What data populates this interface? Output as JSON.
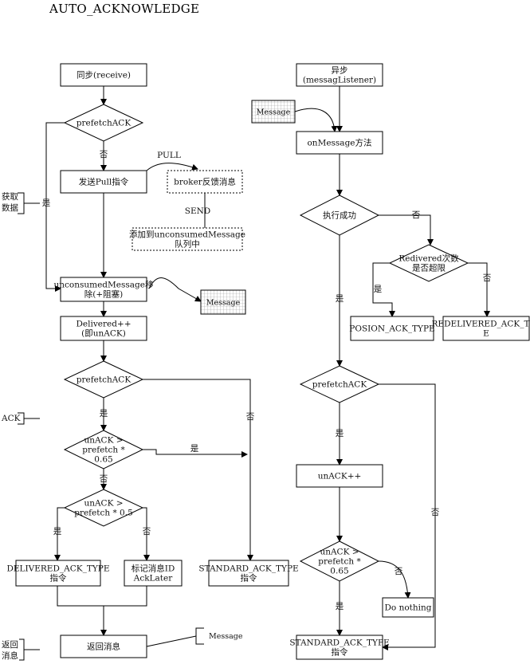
{
  "title": "AUTO_ACKNOWLEDGE",
  "side_labels": {
    "fetch": [
      "获取",
      "数据"
    ],
    "ack": [
      "ACK"
    ],
    "return": [
      "返回",
      "消息"
    ]
  },
  "left_flow": {
    "sync": "同步(receive)",
    "prefetch_ack_1": "prefetchACK",
    "send_pull": "发送Pull指令",
    "unconsumed_remove": [
      "unconsumedMessage移",
      "除(+阻塞)"
    ],
    "delivered": [
      "Delivered++",
      "(即unACK)"
    ],
    "prefetch_ack_2": "prefetchACK",
    "unack_065": [
      "unACK >",
      "prefetch *",
      "0.65"
    ],
    "unack_05": [
      "unACK >",
      "prefetch * 0.5"
    ],
    "delivered_ack_type": [
      "DELIVERED_ACK_TYPE",
      "指令"
    ],
    "mark_ack_later": [
      "标记消息ID",
      "AckLater"
    ],
    "standard_ack_left": [
      "STANDARD_ACK_TYPE",
      "指令"
    ],
    "return_msg": "返回消息",
    "broker_feedback": "broker反馈消息",
    "add_unconsumed": [
      "添加到unconsumedMessage",
      "队列中"
    ],
    "message_tag_1": "Message",
    "message_tag_2": "Message"
  },
  "right_flow": {
    "async": [
      "异步",
      "(messagListener)"
    ],
    "message_in": "Message",
    "on_message": "onMessage方法",
    "exec_success": "执行成功",
    "redelivered_check": [
      "Redivered次数",
      "是否超限"
    ],
    "posion": "POSION_ACK_TYPE",
    "redelivered_type": [
      "REDELIVERED_ACK_TYP",
      "E"
    ],
    "prefetch_ack": "prefetchACK",
    "unack_inc": "unACK++",
    "unack_065": [
      "unACK >",
      "prefetch *",
      "0.65"
    ],
    "do_nothing": "Do nothing",
    "standard_ack_right": [
      "STANDARD_ACK_TYPE",
      "指令"
    ]
  },
  "edge_labels": {
    "pull": "PULL",
    "send": "SEND",
    "yes": "是",
    "no": "否"
  }
}
